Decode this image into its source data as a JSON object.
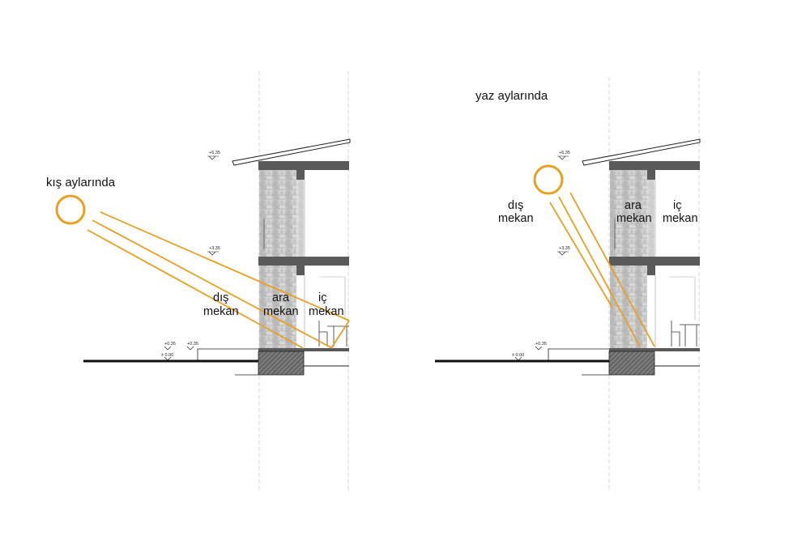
{
  "panels": [
    {
      "season_label": "kış aylarında",
      "zones": {
        "outside": [
          "dış",
          "mekan"
        ],
        "semi": [
          "ara",
          "mekan"
        ],
        "inside": [
          "iç",
          "mekan"
        ]
      },
      "levels": {
        "roof": "+6.35",
        "upper": "+3.35",
        "terrace": "+0.35",
        "entry": "+0.35",
        "ground": "± 0.00"
      }
    },
    {
      "season_label": "yaz aylarında",
      "zones": {
        "outside": [
          "dış",
          "mekan"
        ],
        "semi": [
          "ara",
          "mekan"
        ],
        "inside": [
          "iç",
          "mekan"
        ]
      },
      "levels": {
        "roof": "+6.35",
        "upper": "+3.35",
        "terrace": "+0.35",
        "ground": "± 0.00"
      }
    }
  ],
  "colors": {
    "sun": "#e8a020",
    "ray": "#e8a020",
    "slab": "#5a5a5a",
    "stone": "#c9c9c9",
    "line": "#222222",
    "guide": "#bbbbbb"
  },
  "icons": [
    "sun-icon",
    "level-marker-icon",
    "chair-icon",
    "table-icon"
  ]
}
